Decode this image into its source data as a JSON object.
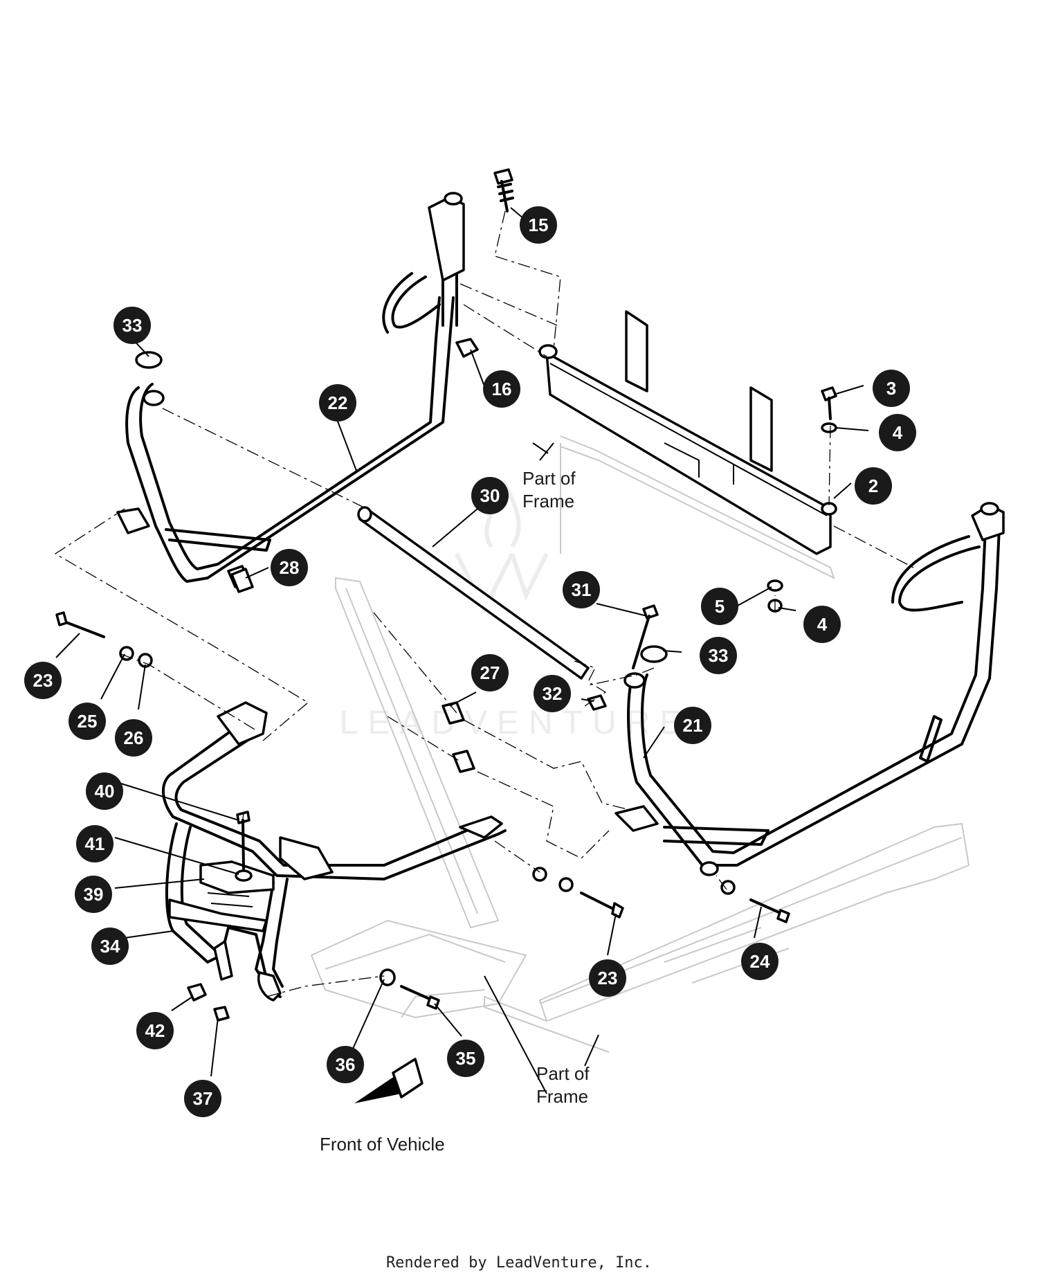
{
  "callouts": [
    {
      "id": "15"
    },
    {
      "id": "33"
    },
    {
      "id": "22"
    },
    {
      "id": "16"
    },
    {
      "id": "3"
    },
    {
      "id": "4"
    },
    {
      "id": "2"
    },
    {
      "id": "30"
    },
    {
      "id": "28"
    },
    {
      "id": "31"
    },
    {
      "id": "5"
    },
    {
      "id": "4"
    },
    {
      "id": "33"
    },
    {
      "id": "27"
    },
    {
      "id": "32"
    },
    {
      "id": "21"
    },
    {
      "id": "23"
    },
    {
      "id": "25"
    },
    {
      "id": "26"
    },
    {
      "id": "40"
    },
    {
      "id": "41"
    },
    {
      "id": "39"
    },
    {
      "id": "34"
    },
    {
      "id": "42"
    },
    {
      "id": "37"
    },
    {
      "id": "36"
    },
    {
      "id": "35"
    },
    {
      "id": "23"
    },
    {
      "id": "24"
    }
  ],
  "labels": {
    "frame_top_line1": "Part of",
    "frame_top_line2": "Frame",
    "frame_bottom_line1": "Part of",
    "frame_bottom_line2": "Frame",
    "front_of_vehicle": "Front of Vehicle"
  },
  "watermark": "LEADVENTURE",
  "footer": "Rendered by LeadVenture, Inc."
}
